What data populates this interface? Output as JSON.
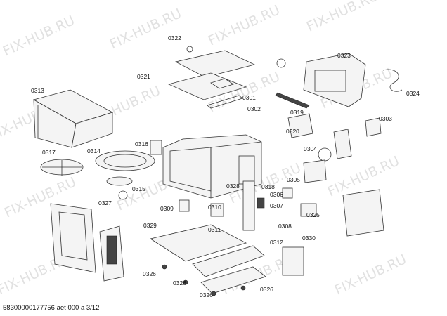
{
  "watermark": "FIX-HUB.RU",
  "footer": "58300000177756 aet 000 a 3/12",
  "labels": [
    "0322",
    "0321",
    "0313",
    "0301",
    "0302",
    "0323",
    "0324",
    "0319",
    "0303",
    "0320",
    "0304",
    "0316",
    "0317",
    "0314",
    "0305",
    "0315",
    "0318",
    "0328",
    "0306",
    "0327",
    "0309",
    "0310",
    "0307",
    "0325",
    "0311",
    "0308",
    "0329",
    "0330",
    "0312",
    "0326",
    "0326",
    "0326",
    "0326"
  ]
}
